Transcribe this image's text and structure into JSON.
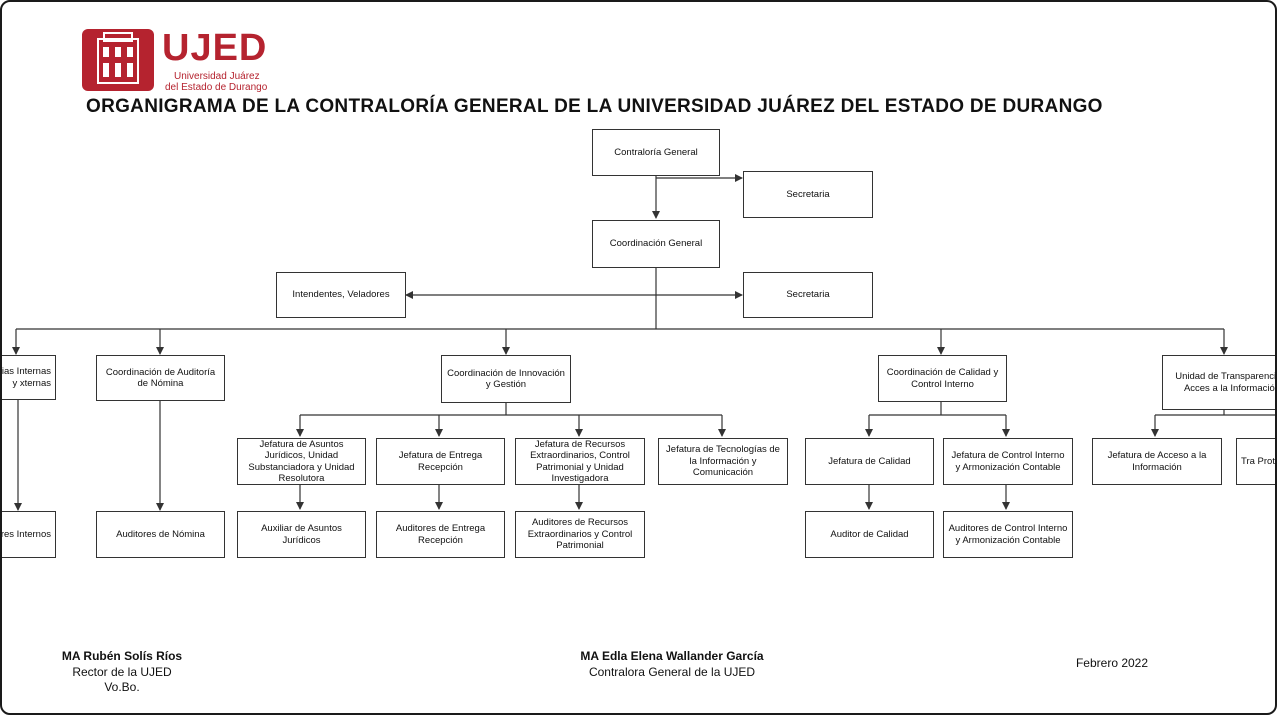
{
  "header": {
    "logo_text": "UJED",
    "logo_sub1": "Universidad Juárez",
    "logo_sub2": "del Estado de Durango",
    "title": "ORGANIGRAMA DE LA CONTRALORÍA GENERAL DE LA UNIVERSIDAD JUÁREZ DEL ESTADO DE DURANGO"
  },
  "org": {
    "contraloria": "Contraloría General",
    "secretaria_1": "Secretaria",
    "coordinacion_general": "Coordinación General",
    "intendentes": "Intendentes, Veladores",
    "secretaria_2": "Secretaria",
    "coord_aud_int_ext": "dinación de ias Internas y xternas",
    "aud_internos": "ores Internos",
    "coord_aud_nomina": "Coordinación de Auditoría de Nómina",
    "aud_nomina": "Auditores de Nómina",
    "coord_innovacion": "Coordinación de Innovación y Gestión",
    "jef_asuntos": "Jefatura de Asuntos Jurídicos, Unidad Substanciadora y Unidad Resolutora",
    "aux_asuntos": "Auxiliar de Asuntos Jurídicos",
    "jef_entrega": "Jefatura de Entrega Recepción",
    "aud_entrega": "Auditores de Entrega Recepción",
    "jef_recursos": "Jefatura de Recursos Extraordinarios, Control Patrimonial y Unidad Investigadora",
    "aud_recursos": "Auditores de Recursos Extraordinarios y Control Patrimonial",
    "jef_tecnologias": "Jefatura de Tecnologías de la Información y Comunicación",
    "coord_calidad": "Coordinación de Calidad y Control Interno",
    "jef_calidad": "Jefatura de Calidad",
    "aud_calidad": "Auditor de Calidad",
    "jef_control": "Jefatura de Control Interno y Armonización Contable",
    "aud_control": "Auditores de Control Interno y Armonización Contable",
    "unidad_transparencia": "Unidad de Transparencia y Acces a la Información",
    "jef_acceso": "Jefatura de Acceso a la Información",
    "jef_proteccion": "Tra Prote"
  },
  "signatures": {
    "rector_name": "MA Rubén Solís Ríos",
    "rector_role": "Rector de la UJED",
    "rector_vobo": "Vo.Bo.",
    "contralora_name": "MA Edla Elena Wallander García",
    "contralora_role": "Contralora General de la UJED",
    "date": "Febrero 2022"
  },
  "colors": {
    "brand": "#b5232f",
    "line": "#333333"
  }
}
